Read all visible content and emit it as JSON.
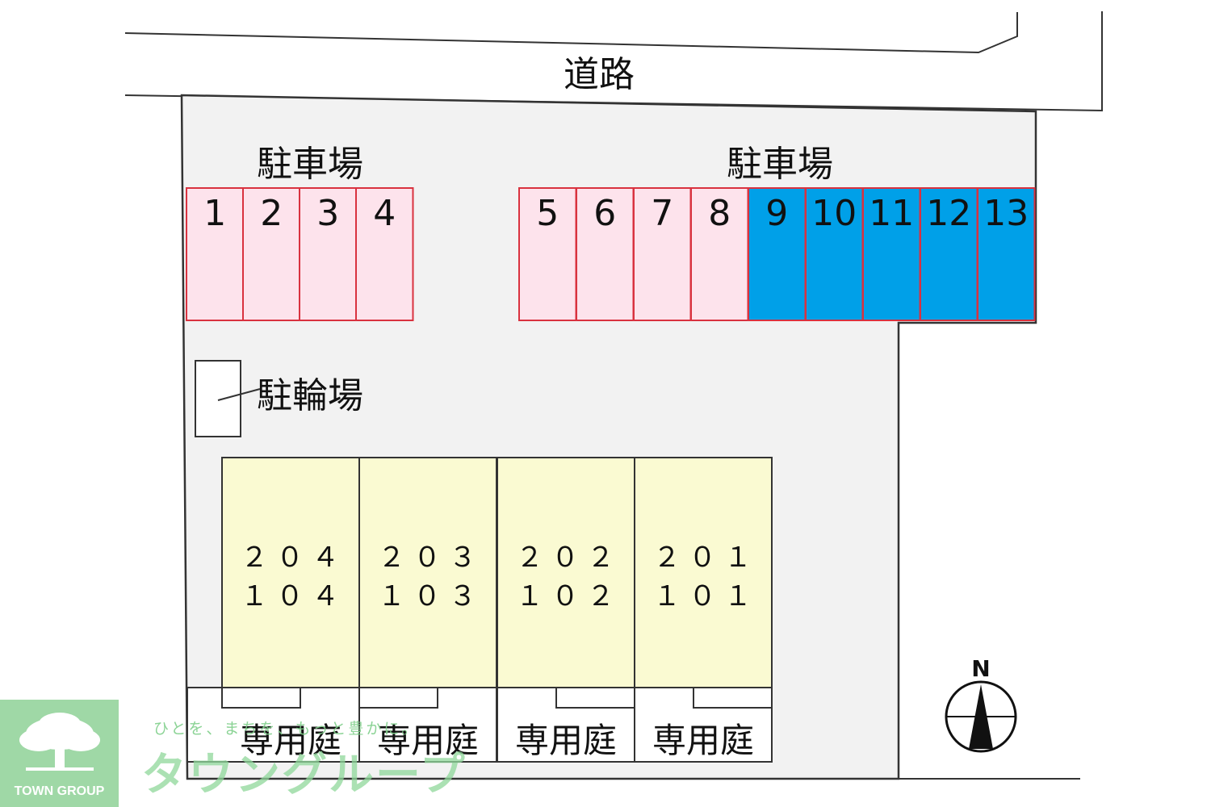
{
  "road_label": "道路",
  "parking_labels": [
    "駐車場",
    "駐車場"
  ],
  "bicycle_label": "駐輪場",
  "parking_spaces": [
    {
      "number": "1",
      "status": "pink"
    },
    {
      "number": "2",
      "status": "pink"
    },
    {
      "number": "3",
      "status": "pink"
    },
    {
      "number": "4",
      "status": "pink"
    },
    {
      "number": "5",
      "status": "pink"
    },
    {
      "number": "6",
      "status": "pink"
    },
    {
      "number": "7",
      "status": "pink"
    },
    {
      "number": "8",
      "status": "pink"
    },
    {
      "number": "9",
      "status": "blue"
    },
    {
      "number": "10",
      "status": "blue"
    },
    {
      "number": "11",
      "status": "blue"
    },
    {
      "number": "12",
      "status": "blue"
    },
    {
      "number": "13",
      "status": "blue"
    }
  ],
  "units": [
    {
      "upper": "２０４",
      "lower": "１０４",
      "garden": "専用庭"
    },
    {
      "upper": "２０３",
      "lower": "１０３",
      "garden": "専用庭"
    },
    {
      "upper": "２０２",
      "lower": "１０２",
      "garden": "専用庭"
    },
    {
      "upper": "２０１",
      "lower": "１０１",
      "garden": "専用庭"
    }
  ],
  "compass_label": "N",
  "logo": {
    "name": "TOWN GROUP",
    "tagline": "ひとを、まちを、もっと豊かに。",
    "brand": "タウングループ"
  },
  "colors": {
    "pink_fill": "#fde3ec",
    "pink_border": "#d9323f",
    "blue_fill": "#00a0e8",
    "lot": "#f2f2f2",
    "building": "#fafad2",
    "logo_green": "#9fd8a6"
  }
}
